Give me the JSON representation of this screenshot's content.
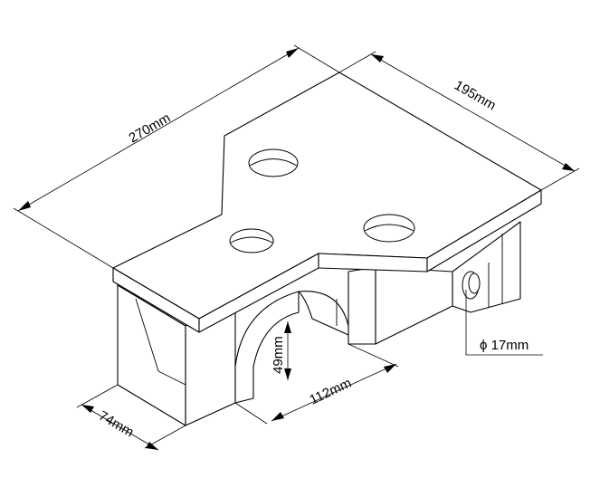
{
  "drawing": {
    "dimensions": {
      "length": "270mm",
      "width": "195mm",
      "depth": "74mm",
      "span": "112mm",
      "height": "49mm",
      "hole_diameter": "ϕ 17mm"
    }
  }
}
